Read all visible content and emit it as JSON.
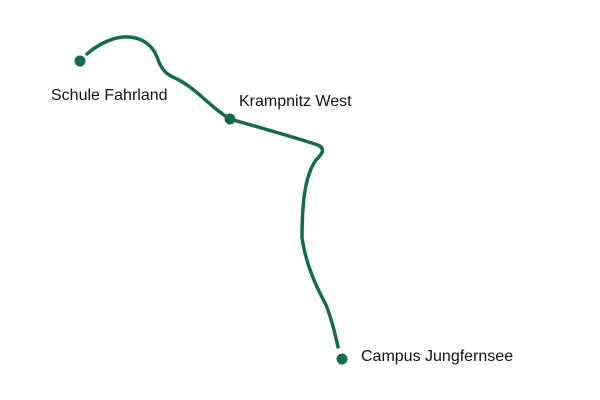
{
  "route_map": {
    "line_color": "#166b4f",
    "label_color": "#111111",
    "stops": [
      {
        "id": "schule-fahrland",
        "label": "Schule Fahrland"
      },
      {
        "id": "krampnitz-west",
        "label": "Krampnitz West"
      },
      {
        "id": "campus-jungfernsee",
        "label": "Campus Jungfernsee"
      }
    ]
  }
}
